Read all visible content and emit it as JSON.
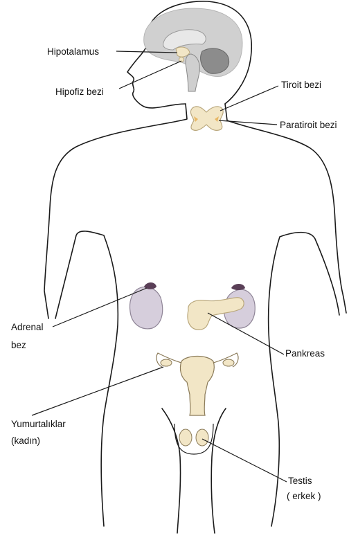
{
  "labels": {
    "hypothalamus": "Hipotalamus",
    "pituitary": "Hipofiz bezi",
    "thyroid": "Tiroit bezi",
    "parathyroid": "Paratiroit bezi",
    "adrenal_line1": "Adrenal",
    "adrenal_line2": "bez",
    "pancreas": "Pankreas",
    "ovaries_line1": "Yumurtalıklar",
    "ovaries_line2": "(kadın)",
    "testis_line1": "Testis",
    "testis_line2": "( erkek )"
  },
  "colors": {
    "outline": "#1a1a1a",
    "brain": "#d0d0d0",
    "brain_dark": "#8c8c8c",
    "gland": "#f2e6c6",
    "gland_edge": "#b9a77c",
    "kidney": "#d6cedc",
    "adrenal_cap": "#5a3f57",
    "parathyroid": "#e8b865"
  }
}
